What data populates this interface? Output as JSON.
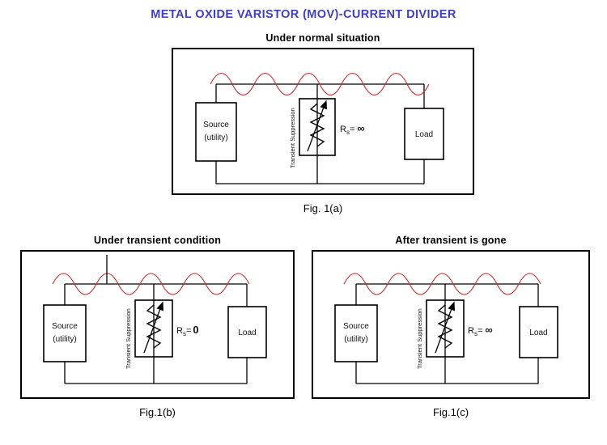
{
  "title": "METAL OXIDE VARISTOR (MOV)-CURRENT DIVIDER",
  "colors": {
    "title": "#3e3ec7",
    "wave": "#cc2a2a",
    "wire": "#000000"
  },
  "figures": [
    {
      "id": "a",
      "title": "Under normal situation",
      "caption": "Fig. 1(a)",
      "source_line1": "Source",
      "source_line2": "(utility)",
      "suppression_label": "Transient Suppression",
      "rs": {
        "base": "R",
        "sub": "s",
        "eq": "=",
        "val": "∞"
      },
      "load_label": "Load"
    },
    {
      "id": "b",
      "title": "Under transient condition",
      "caption": "Fig.1(b)",
      "source_line1": "Source",
      "source_line2": "(utility)",
      "suppression_label": "Transient Suppression",
      "rs": {
        "base": "R",
        "sub": "s",
        "eq": "=",
        "val": "0"
      },
      "load_label": "Load"
    },
    {
      "id": "c",
      "title": "After transient is gone",
      "caption": "Fig.1(c)",
      "source_line1": "Source",
      "source_line2": "(utility)",
      "suppression_label": "Transient Suppression",
      "rs": {
        "base": "R",
        "sub": "s",
        "eq": "=",
        "val": "∞"
      },
      "load_label": "Load"
    }
  ]
}
